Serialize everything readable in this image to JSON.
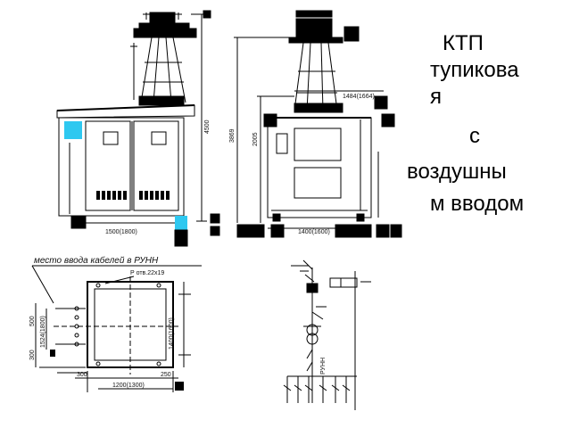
{
  "title_lines": [
    "КТП",
    "тупикова",
    "я",
    "с",
    "воздушны",
    "м вводом"
  ],
  "colors": {
    "accent": "#2ec8f0",
    "ink": "#000000",
    "background": "#ffffff"
  },
  "front_view": {
    "height_dim": "4500",
    "width_dim": "1500(1800)"
  },
  "side_view": {
    "height_dim_outer": "3869",
    "height_dim_inner": "2005",
    "top_dim": "1484(1664)",
    "width_dim": "1400(1600)"
  },
  "plan_view": {
    "caption": "место ввода кабелей в РУНН",
    "hole_note": "Р отв.22х19",
    "side_dim": "1400(1600)",
    "bottom_dim": "1200(1300)",
    "left_dims": [
      "500",
      "1524(1800)",
      "300"
    ],
    "bottom_small_dims": [
      "300",
      "250"
    ]
  },
  "schematic": {
    "label": "РУНН"
  }
}
